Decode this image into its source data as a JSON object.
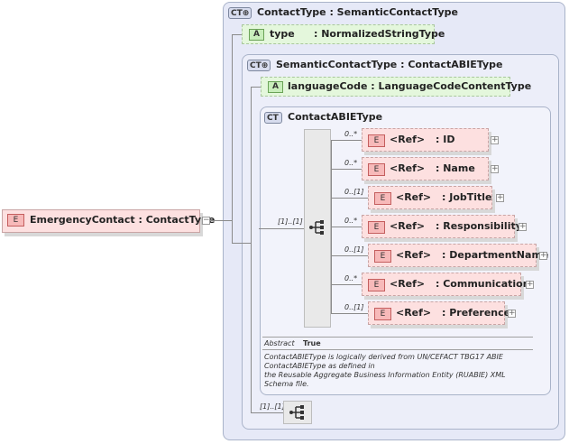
{
  "root_element": {
    "badge": "E",
    "label": "EmergencyContact : ContactType"
  },
  "outer_type": {
    "badge": "CT",
    "title": "ContactType : SemanticContactType"
  },
  "type_attr": {
    "badge": "A",
    "name": "type",
    "type": ": NormalizedStringType"
  },
  "mid_type": {
    "badge": "CT",
    "title": "SemanticContactType : ContactABIEType"
  },
  "lang_attr": {
    "badge": "A",
    "name": "languageCode : LanguageCodeContentType"
  },
  "inner_type": {
    "badge": "CT",
    "title": "ContactABIEType"
  },
  "sequence_card": "[1]..[1]",
  "elements": [
    {
      "badge": "E",
      "ref": "<Ref>",
      "name": ": ID",
      "card": "0..*"
    },
    {
      "badge": "E",
      "ref": "<Ref>",
      "name": ": Name",
      "card": "0..*"
    },
    {
      "badge": "E",
      "ref": "<Ref>",
      "name": ": JobTitle",
      "card": "0..[1]"
    },
    {
      "badge": "E",
      "ref": "<Ref>",
      "name": ": Responsibility",
      "card": "0..*"
    },
    {
      "badge": "E",
      "ref": "<Ref>",
      "name": ": DepartmentName",
      "card": "0..[1]"
    },
    {
      "badge": "E",
      "ref": "<Ref>",
      "name": ": Communication",
      "card": "0..*"
    },
    {
      "badge": "E",
      "ref": "<Ref>",
      "name": ": Preference",
      "card": "0..[1]"
    }
  ],
  "annotation": {
    "abstract_label": "Abstract",
    "abstract_value": "True",
    "doc_lines": [
      "ContactABIEType is logically derived from UN/CEFACT TBG17 ABIE",
      "ContactABIEType as defined in",
      "the Reusable Aggregate Business Information Entity (RUABIE) XML",
      "Schema file."
    ]
  },
  "bottom_card": "[1]..[1]"
}
